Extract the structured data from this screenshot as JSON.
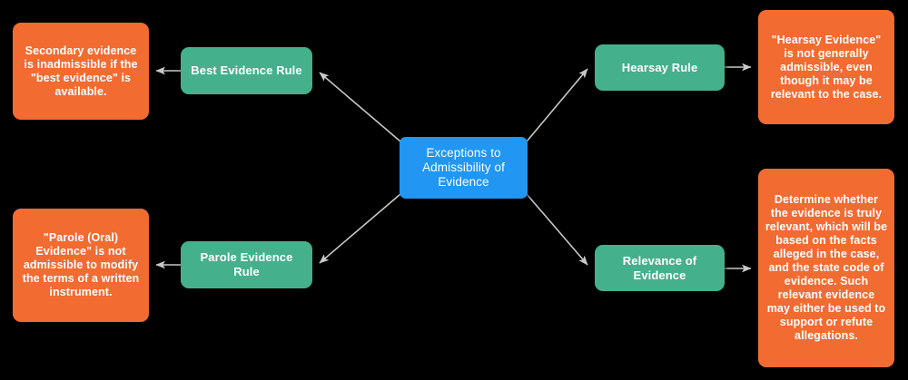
{
  "diagram": {
    "type": "mind-map",
    "background_color": "#000000",
    "colors": {
      "central_node": "#2196F3",
      "branch_node": "#45B08C",
      "detail_node": "#F26B31",
      "connector": "#C8C8C8",
      "node_text": "#FFFFFF"
    },
    "central": {
      "id": "central-topic",
      "label": "Exceptions to\nAdmissibility of\nEvidence",
      "color": "#2196F3"
    },
    "branches": [
      {
        "id": "best-evidence-rule",
        "label": "Best Evidence Rule",
        "color": "#45B08C",
        "side": "left-top",
        "detail": {
          "id": "secondary-evidence-detail",
          "label": "Secondary evidence\nis inadmissible if the\n\"best evidence\" is\navailable.",
          "color": "#F26B31"
        }
      },
      {
        "id": "parole-evidence-rule",
        "label": "Parole Evidence\nRule",
        "color": "#45B08C",
        "side": "left-bottom",
        "detail": {
          "id": "parole-evidence-detail",
          "label": "\"Parole (Oral)\nEvidence\" is not\nadmissible to modify\nthe terms of a written\ninstrument.",
          "color": "#F26B31"
        }
      },
      {
        "id": "hearsay-rule",
        "label": "Hearsay Rule",
        "color": "#45B08C",
        "side": "right-top",
        "detail": {
          "id": "hearsay-detail",
          "label": "\"Hearsay Evidence\"\nis not generally\nadmissible, even\nthough it may be\nrelevant to the case.",
          "color": "#F26B31"
        }
      },
      {
        "id": "relevance-of-evidence",
        "label": "Relevance of\nEvidence",
        "color": "#45B08C",
        "side": "right-bottom",
        "detail": {
          "id": "relevance-detail",
          "label": "Determine whether\nthe evidence is truly\nrelevant, which will be\nbased on the facts\nalleged in the case,\nand the state code of\nevidence.  Such\nrelevant evidence\nmay either be used to\nsupport or refute\nallegations.",
          "color": "#F26B31"
        }
      }
    ],
    "connectors": [
      {
        "id": "central-to-best-evidence-rule",
        "from": "central-topic",
        "to": "best-evidence-rule",
        "arrow": "to"
      },
      {
        "id": "central-to-parole-evidence-rule",
        "from": "central-topic",
        "to": "parole-evidence-rule",
        "arrow": "to"
      },
      {
        "id": "central-to-hearsay-rule",
        "from": "central-topic",
        "to": "hearsay-rule",
        "arrow": "to"
      },
      {
        "id": "central-to-relevance-of-evidence",
        "from": "central-topic",
        "to": "relevance-of-evidence",
        "arrow": "to"
      },
      {
        "id": "best-evidence-rule-to-detail",
        "from": "best-evidence-rule",
        "to": "secondary-evidence-detail",
        "arrow": "to"
      },
      {
        "id": "parole-evidence-rule-to-detail",
        "from": "parole-evidence-rule",
        "to": "parole-evidence-detail",
        "arrow": "to"
      },
      {
        "id": "hearsay-rule-to-detail",
        "from": "hearsay-rule",
        "to": "hearsay-detail",
        "arrow": "to"
      },
      {
        "id": "relevance-of-evidence-to-detail",
        "from": "relevance-of-evidence",
        "to": "relevance-detail",
        "arrow": "to"
      }
    ]
  }
}
